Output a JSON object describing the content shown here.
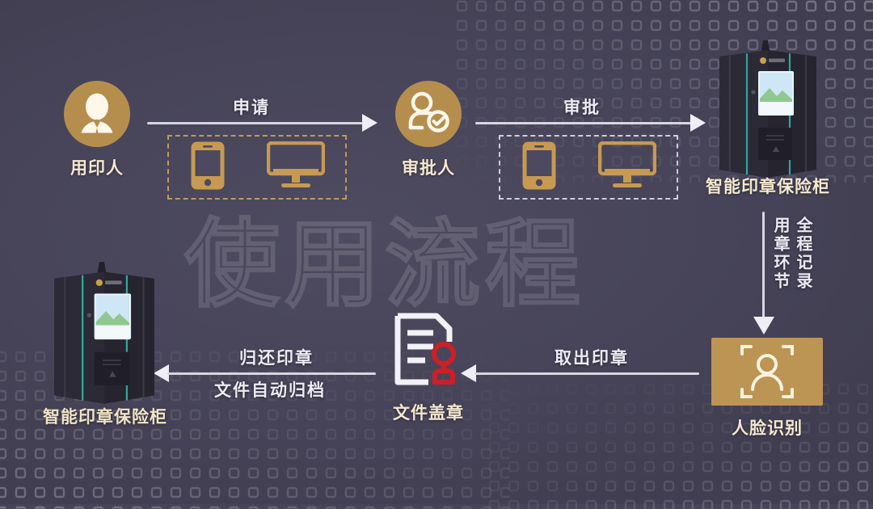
{
  "meta": {
    "watermark_text": "使用流程",
    "background_color": "#474459",
    "gold_color": "#b58e4e",
    "label_color": "#f4e8cf",
    "arrow_color": "#d8d6e2",
    "stamp_red": "#cc1f28",
    "cabinet_accent": "#2fb5a8"
  },
  "nodes": {
    "applicant": {
      "label": "用印人",
      "icon": "person-in-suit-icon"
    },
    "approver": {
      "label": "审批人",
      "icon": "person-check-icon"
    },
    "cabinet_top": {
      "label": "智能印章保险柜",
      "icon": "smart-seal-cabinet-icon"
    },
    "face": {
      "label": "人脸识别",
      "icon": "face-recognition-icon"
    },
    "stamping": {
      "label": "文件盖章",
      "icon": "document-stamp-icon"
    },
    "cabinet_bottom": {
      "label": "智能印章保险柜",
      "icon": "smart-seal-cabinet-icon"
    }
  },
  "device_boxes": [
    {
      "name": "applicant-devices",
      "phone": "mobile-phone-icon",
      "monitor": "desktop-monitor-icon",
      "border": "gold"
    },
    {
      "name": "approver-devices",
      "phone": "mobile-phone-icon",
      "monitor": "desktop-monitor-icon",
      "border": "light"
    }
  ],
  "arrows": {
    "apply": {
      "label": "申请",
      "direction": "right"
    },
    "approve": {
      "label": "审批",
      "direction": "right"
    },
    "record": {
      "label_inner": "用章环节",
      "label_outer": "全程记录",
      "direction": "down"
    },
    "take_seal": {
      "label": "取出印章",
      "direction": "left"
    },
    "return_seal": {
      "label_top": "归还印章",
      "label_bottom": "文件自动归档",
      "direction": "left"
    }
  }
}
